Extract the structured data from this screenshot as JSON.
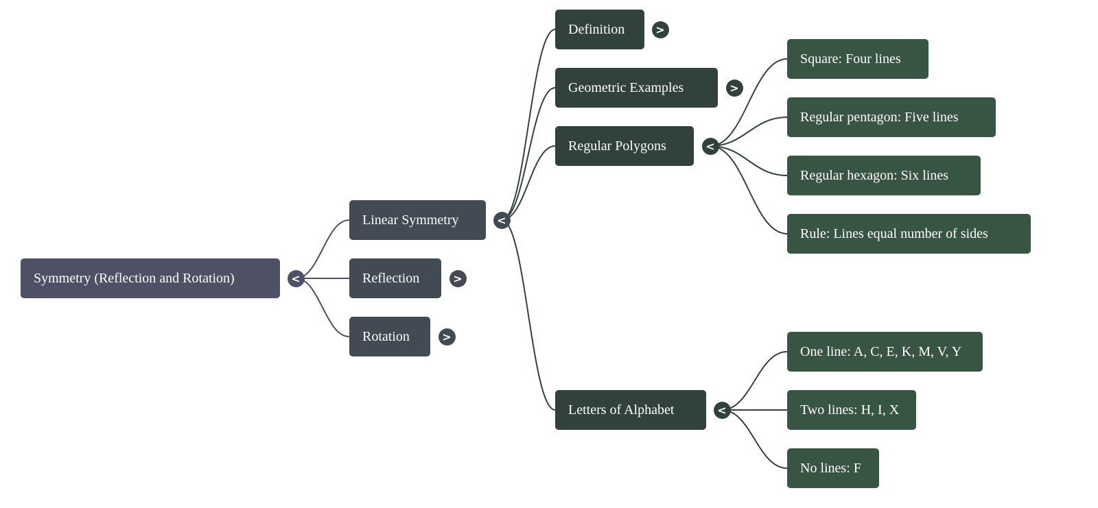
{
  "mindmap": {
    "root": {
      "id": "root",
      "label": "Symmetry (Reflection and Rotation)",
      "toggle": "<",
      "expanded": true
    },
    "nodes": [
      {
        "id": "linear",
        "parent": "root",
        "label": "Linear Symmetry",
        "toggle": "<",
        "expanded": true
      },
      {
        "id": "reflection",
        "parent": "root",
        "label": "Reflection",
        "toggle": ">",
        "expanded": false
      },
      {
        "id": "rotation",
        "parent": "root",
        "label": "Rotation",
        "toggle": ">",
        "expanded": false
      },
      {
        "id": "definition",
        "parent": "linear",
        "label": "Definition",
        "toggle": ">",
        "expanded": false
      },
      {
        "id": "geometric",
        "parent": "linear",
        "label": "Geometric Examples",
        "toggle": ">",
        "expanded": false
      },
      {
        "id": "polygons",
        "parent": "linear",
        "label": "Regular Polygons",
        "toggle": "<",
        "expanded": true
      },
      {
        "id": "letters",
        "parent": "linear",
        "label": "Letters of Alphabet",
        "toggle": "<",
        "expanded": true
      },
      {
        "id": "square",
        "parent": "polygons",
        "label": "Square: Four lines"
      },
      {
        "id": "pentagon",
        "parent": "polygons",
        "label": "Regular pentagon: Five lines"
      },
      {
        "id": "hexagon",
        "parent": "polygons",
        "label": "Regular hexagon: Six lines"
      },
      {
        "id": "rule",
        "parent": "polygons",
        "label": "Rule: Lines equal number of sides"
      },
      {
        "id": "oneline",
        "parent": "letters",
        "label": "One line: A, C, E, K, M, V, Y"
      },
      {
        "id": "twolines",
        "parent": "letters",
        "label": "Two lines: H, I, X"
      },
      {
        "id": "nolines",
        "parent": "letters",
        "label": "No lines: F"
      }
    ]
  },
  "colors": {
    "level0": "#4e5066",
    "level1": "#424a53",
    "level2": "#31423c",
    "level3": "#385443"
  }
}
